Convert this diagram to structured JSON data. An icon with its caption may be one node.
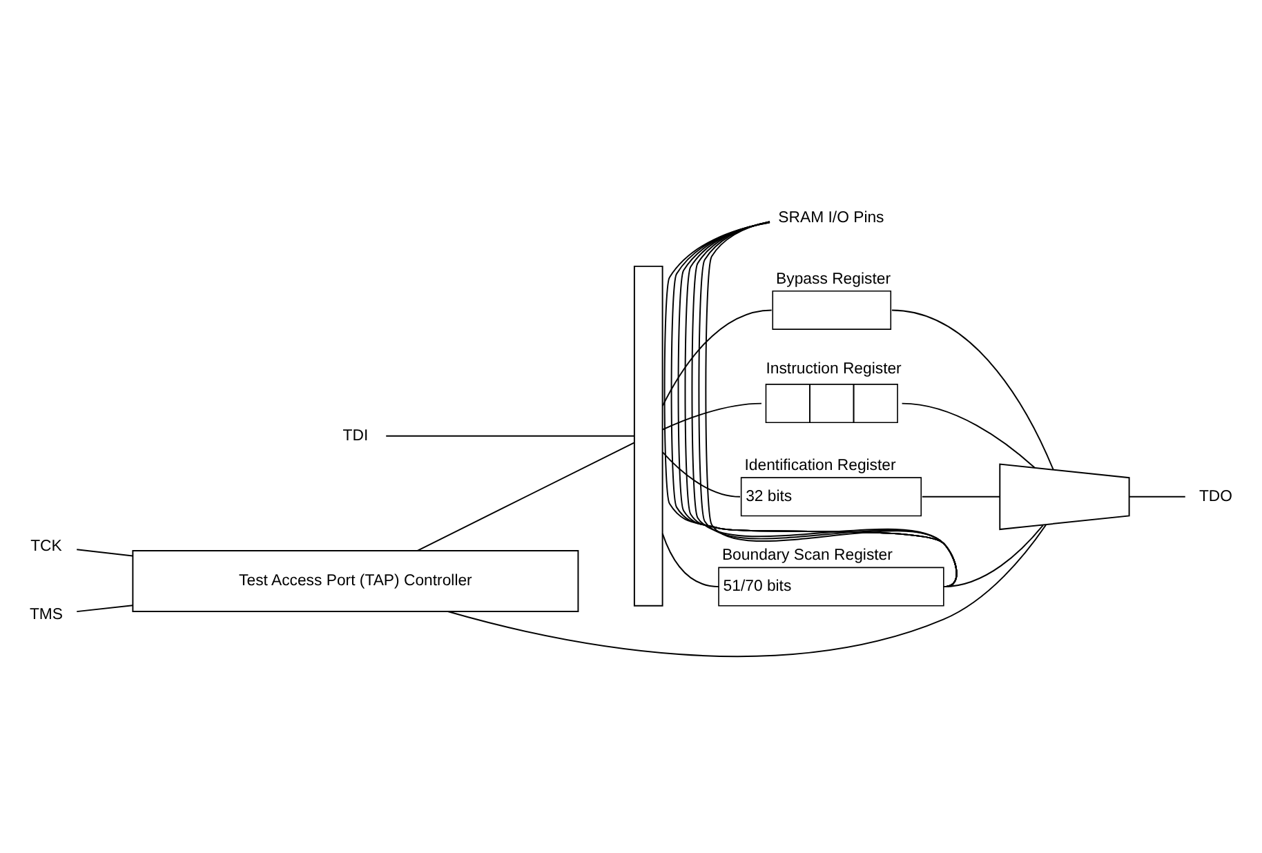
{
  "diagram": {
    "nodes": [
      {
        "text": [
          "Test Access Port (TAP) Controller"
        ]
      },
      {
        "text": [
          "TCK"
        ]
      },
      {
        "text": [
          "TMS"
        ]
      },
      {
        "text": [],
        "shape": "bar"
      },
      {
        "text": [
          "TDI"
        ]
      },
      {
        "text": [
          "Bypass Register"
        ]
      },
      {
        "text": [
          "Instruction Register"
        ]
      },
      {
        "text": [
          "Identification Register",
          "32 bits"
        ]
      },
      {
        "text": [
          "Boundary Scan Register",
          "51/70 bits"
        ]
      },
      {
        "text": [],
        "shape": "trapezoid"
      },
      {
        "text": [
          "TDO"
        ]
      },
      {
        "text": [
          "SRAM I/O Pins"
        ]
      }
    ],
    "edges": [
      {
        "from": 1,
        "to": 0,
        "arrow": "none"
      },
      {
        "from": 2,
        "to": 0,
        "arrow": "none"
      },
      {
        "from": 0,
        "to": 3,
        "arrow": "none"
      },
      {
        "from": 0,
        "to": 9,
        "arrow": "none"
      },
      {
        "from": 4,
        "to": 3,
        "arrow": "none"
      },
      {
        "from": 3,
        "to": 5,
        "arrow": "none"
      },
      {
        "from": 3,
        "to": 6,
        "arrow": "none"
      },
      {
        "from": 3,
        "to": 7,
        "arrow": "none"
      },
      {
        "from": 3,
        "to": 8,
        "arrow": "none"
      },
      {
        "from": 5,
        "to": 9,
        "arrow": "none"
      },
      {
        "from": 6,
        "to": 9,
        "arrow": "none"
      },
      {
        "from": 7,
        "to": 9,
        "arrow": "none"
      },
      {
        "from": 8,
        "to": 9,
        "arrow": "none"
      },
      {
        "from": 9,
        "to": 10,
        "arrow": "none"
      },
      {
        "from": 11,
        "to": 8,
        "arrow": "none"
      },
      {
        "from": 11,
        "to": 8,
        "arrow": "none"
      },
      {
        "from": 11,
        "to": 8,
        "arrow": "none"
      },
      {
        "from": 11,
        "to": 8,
        "arrow": "none"
      },
      {
        "from": 11,
        "to": 8,
        "arrow": "none"
      },
      {
        "from": 11,
        "to": 8,
        "arrow": "none"
      },
      {
        "from": 11,
        "to": 8,
        "arrow": "none"
      }
    ]
  }
}
